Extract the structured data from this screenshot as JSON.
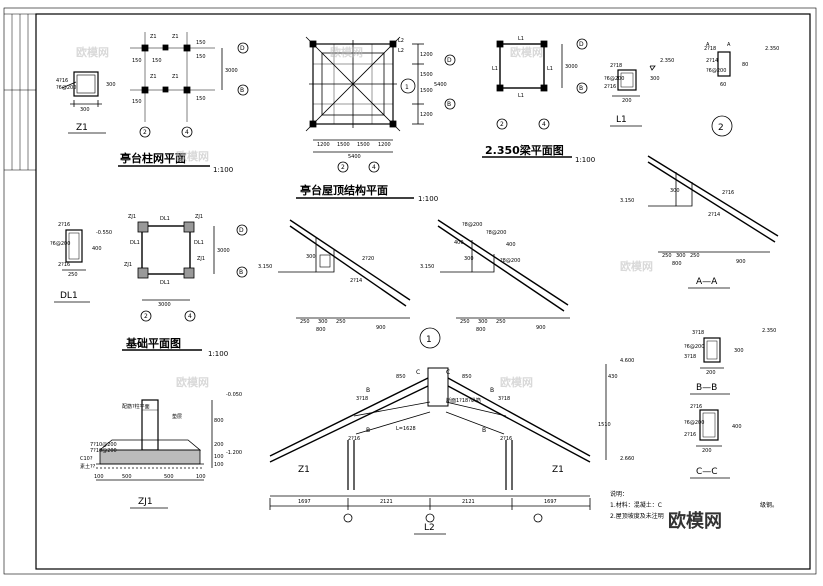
{
  "plans": {
    "column_grid": {
      "title": "亭台柱网平面",
      "scale": "1:100",
      "dims": [
        "150",
        "150",
        "150",
        "150",
        "150",
        "150"
      ],
      "cols": [
        "Z1",
        "Z1",
        "Z1",
        "Z1"
      ],
      "left_dim": "3000",
      "axes": [
        "D",
        "B",
        "2",
        "4"
      ]
    },
    "roof_plan": {
      "title": "亭台屋顶结构平面",
      "scale": "1:100",
      "top": [
        "L2",
        "L2"
      ],
      "right": [
        "1200",
        "1500",
        "1500",
        "1200"
      ],
      "right_total": "5400",
      "bottom": [
        "1200",
        "1500",
        "1500",
        "1200"
      ],
      "bottom_total": "5400",
      "axes": [
        "D",
        "B",
        "2",
        "4"
      ],
      "marker": "1"
    },
    "beam_plan": {
      "title": "2.350梁平面图",
      "scale": "1:100",
      "labels": [
        "L1",
        "L1",
        "L1",
        "L1"
      ],
      "dim": "3000",
      "axes": [
        "D",
        "B",
        "2",
        "4"
      ]
    },
    "foundation_plan": {
      "title": "基础平面图",
      "scale": "1:100",
      "labels": [
        "ZJ1",
        "ZJ1",
        "ZJ1",
        "ZJ1",
        "DL1",
        "DL1",
        "DL1",
        "DL1"
      ],
      "dim": "3000",
      "bottom_dim": "3000",
      "axes": [
        "D",
        "B",
        "2",
        "4"
      ]
    }
  },
  "details": {
    "z1": {
      "name": "Z1",
      "rebar": "4?16",
      "stirrup": "?6@200",
      "w": "300",
      "h": "300"
    },
    "dl1": {
      "name": "DL1",
      "elev": "-0.550",
      "rebar_top": "2?16",
      "rebar_bot": "2?16",
      "stirrup": "?6@200",
      "h": "400",
      "w": "250"
    },
    "l1": {
      "name": "L1",
      "elev": "2.350",
      "top": "2?18",
      "bot": "2?16",
      "stirrup": "?6@200",
      "h": "300",
      "w": "200"
    },
    "l2a": {
      "top": "2?18",
      "elev": "2.350",
      "mid": "2?14",
      "side": "?6@200",
      "h": "80",
      "w": "60",
      "marker": "A",
      "marker2": "A"
    },
    "zj1": {
      "name": "ZJ1",
      "t1": "配筋?柱平面",
      "t2": "垫层",
      "elev1": "-0.050",
      "elev2": "-1.200",
      "d1": "800",
      "d2": "200",
      "d3": "100",
      "d4": "100",
      "s1": "7?10@200",
      "s2": "7?10@200",
      "c": "C10?",
      "c2": "素土??",
      "b1": "100",
      "b2": "500",
      "b3": "500",
      "b4": "100"
    },
    "section_a": {
      "title": "A—A",
      "elev": "3.150",
      "h": "300",
      "r1": "2?16",
      "r2": "2?14",
      "d": [
        "250",
        "300",
        "250"
      ],
      "total": "800",
      "ext": "900"
    },
    "section_1a": {
      "elev": "3.150",
      "h": "300",
      "r1": "2?20",
      "r2": "2?14",
      "d": [
        "250",
        "300",
        "250"
      ],
      "total": "800",
      "ext": "900"
    },
    "section_1b": {
      "elev": "3.150",
      "h": "300",
      "top": "?8@200",
      "r1": "?8@200",
      "r2": "?8@200",
      "d": [
        "250",
        "300",
        "250"
      ],
      "total": "800",
      "ext": "900",
      "m1": "400",
      "m2": "400"
    },
    "bb": {
      "title": "B—B",
      "top": "3?18",
      "elev": "2.350",
      "s": "?6@200",
      "h": "300",
      "w": "200",
      "b": "3?18"
    },
    "cc": {
      "title": "C—C",
      "top": "2?16",
      "s": "?6@200",
      "h": "400",
      "b": "2?16",
      "w": "200"
    }
  },
  "elevation": {
    "title": "L2",
    "marker": "1",
    "marker2": "2",
    "bottom": [
      "1697",
      "2121",
      "2121",
      "1697"
    ],
    "elev_top": "4.600",
    "elev_mid": "430",
    "elev_low": "2.660",
    "elev_h": "1510",
    "cols": [
      "Z1",
      "Z1"
    ],
    "cuts": [
      "B",
      "B",
      "B",
      "B",
      "C",
      "C"
    ],
    "labels": [
      "850",
      "850",
      "3?18",
      "3?18",
      "2?16",
      "2?16",
      "L=1628"
    ],
    "center": "断面1?18?纵筋"
  },
  "notes": {
    "head": "说明：",
    "l1": "1.材料：混凝土：C",
    "l1b": "级钢。",
    "l2": "2.屋顶坡度及未注明"
  },
  "watermark": "欧模网"
}
